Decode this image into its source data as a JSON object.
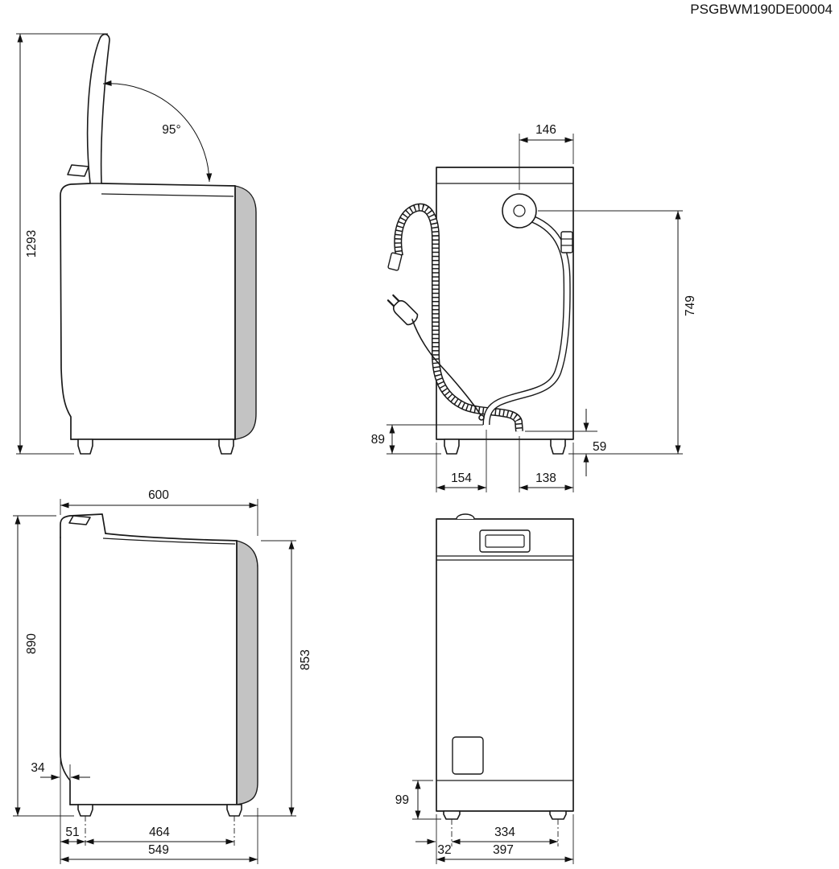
{
  "title_code": "PSGBWM190DE00004",
  "views": {
    "side_open_lid": {
      "lid_angle": "95°",
      "total_height_lid_open": "1293"
    },
    "rear": {
      "outlet_offset_from_right": "146",
      "outlet_height": "749",
      "cord_end_height": "89",
      "drain_end_height": "59",
      "cord_end_from_left": "154",
      "drain_end_from_right": "138"
    },
    "side": {
      "depth": "600",
      "total_height": "890",
      "rear_height": "853",
      "front_inset": "34",
      "front_foot_offset": "51",
      "foot_spacing": "464",
      "base_depth": "549"
    },
    "front": {
      "plinth_height": "99",
      "foot_edge_offset": "32",
      "foot_spacing": "334",
      "width": "397"
    }
  }
}
